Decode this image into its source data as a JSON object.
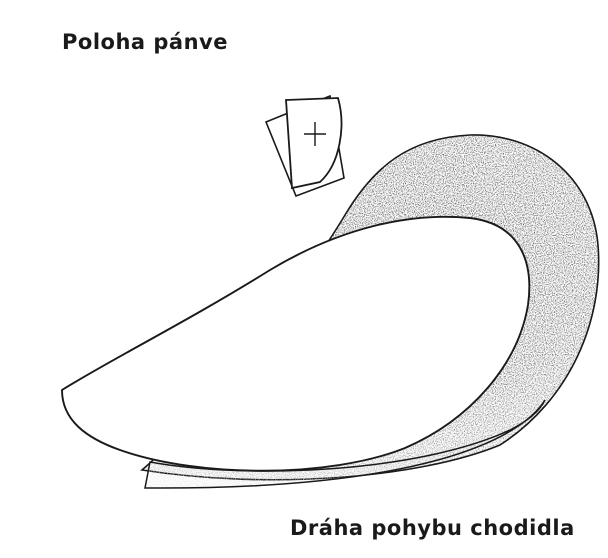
{
  "labels": {
    "pelvis_position": "Poloha pánve",
    "foot_path": "Dráha pohybu chodidla"
  },
  "colors": {
    "ink": "#1a1a1a",
    "shade": "#2a2a2a",
    "paper": "#ffffff"
  },
  "icons": {
    "pelvis_marker": "crosshair"
  }
}
